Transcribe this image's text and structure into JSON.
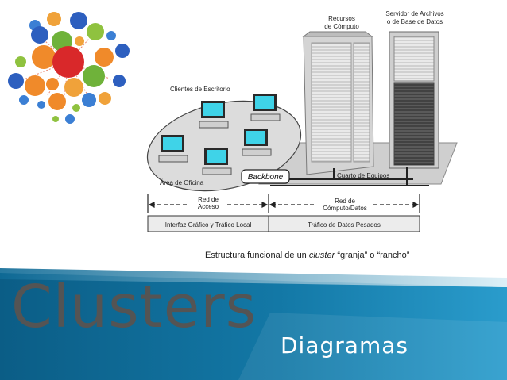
{
  "slide": {
    "title": "Clusters",
    "subtitle": "Diagramas"
  },
  "diagram": {
    "resources_label_1": "Recursos",
    "resources_label_2": "de Cómputo",
    "server_label_1": "Servidor de Archivos",
    "server_label_2": "o de Base de Datos",
    "clients_label": "Clientes de Escritorio",
    "office_label": "Área de Oficina",
    "backbone_label": "Backbone",
    "room_label": "Cuarto de Equipos",
    "net_access_1": "Red de",
    "net_access_2": "Acceso",
    "net_compute_1": "Red de",
    "net_compute_2": "Cómputo/Datos",
    "bar_left": "Interfaz Gráfico y Tráfico Local",
    "bar_right": "Tráfico de Datos Pesados",
    "caption_prefix": "Estructura funcional de un ",
    "caption_italic": "cluster",
    "caption_suffix": " “granja” o “rancho”"
  },
  "colors": {
    "band_dark": "#0b5d86",
    "band_light": "#1f8fb8",
    "title_gray": "#545454",
    "monitor_screen": "#3fd3e8"
  }
}
